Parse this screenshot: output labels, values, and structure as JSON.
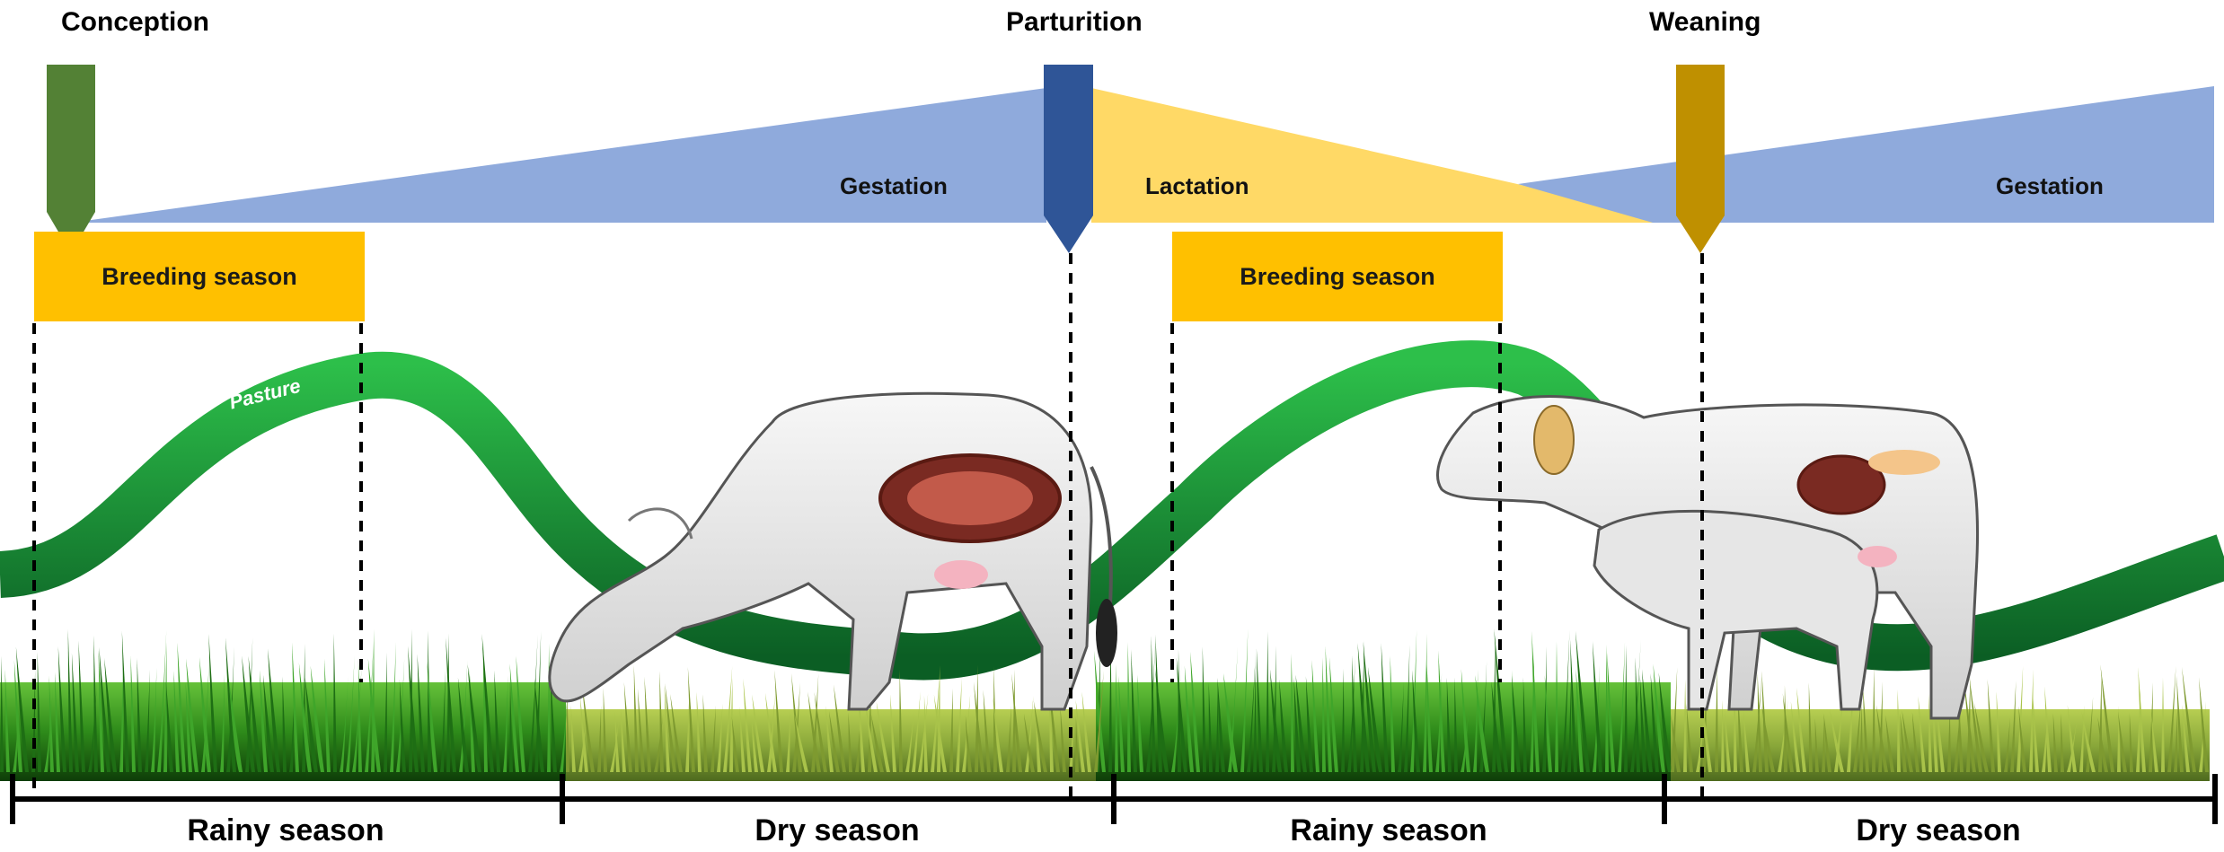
{
  "events": {
    "conception": "Conception",
    "parturition": "Parturition",
    "weaning": "Weaning"
  },
  "phases": {
    "gestation_1": "Gestation",
    "lactation": "Lactation",
    "gestation_2": "Gestation"
  },
  "boxes": {
    "breeding_1": "Breeding season",
    "breeding_2": "Breeding season"
  },
  "pasture_label": "Pasture",
  "seasons": [
    "Rainy season",
    "Dry season",
    "Rainy season",
    "Dry season"
  ],
  "colors": {
    "conception_marker": "#538135",
    "parturition_marker": "#2F5597",
    "weaning_marker": "#BF9000",
    "gestation": "#8FAADC",
    "lactation": "#FFD966",
    "breeding_box": "#FFC000",
    "pasture_dark": "#0B6B2A",
    "pasture_light": "#2DBF4A",
    "grass_lush": "#2E8B1A",
    "grass_dry": "#9BB83A"
  },
  "icons": [
    "cow-grazing-pregnant-icon",
    "cow-with-calf-icon",
    "grass-icon"
  ]
}
